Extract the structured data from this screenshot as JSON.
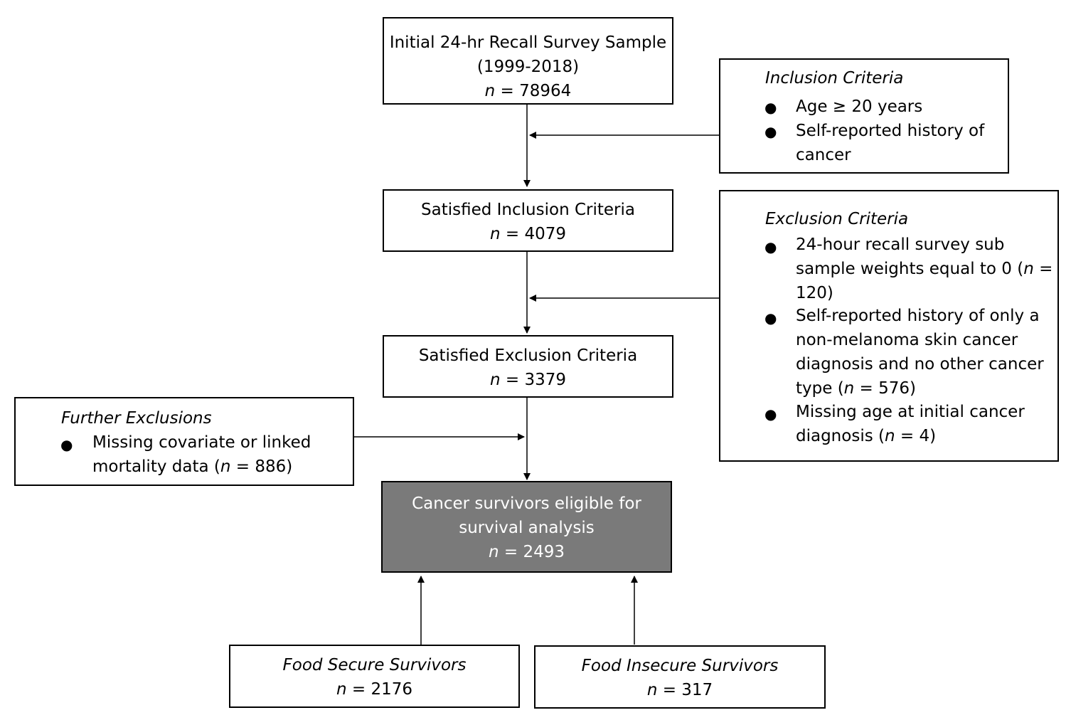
{
  "initial": {
    "title": "Initial 24-hr Recall Survey Sample",
    "years": "(1999-2018)",
    "n_label": "n",
    "n_value": " = 78964"
  },
  "inclusion_criteria": {
    "title": "Inclusion Criteria",
    "items": [
      [
        "Age ≥ 20 years"
      ],
      [
        "Self-reported history of",
        "cancer"
      ]
    ]
  },
  "satisfied_inclusion": {
    "title": "Satisfied Inclusion Criteria",
    "n_label": "n",
    "n_value": " = 4079"
  },
  "exclusion_criteria": {
    "title": "Exclusion Criteria",
    "items": [
      {
        "lines": [
          {
            "pre": "24-hour recall survey sub"
          },
          {
            "pre": "sample weights equal to 0 (",
            "n": "n",
            "post": " ="
          },
          {
            "pre": "120)"
          }
        ]
      },
      {
        "lines": [
          {
            "pre": "Self-reported history of only a"
          },
          {
            "pre": "non-melanoma skin cancer"
          },
          {
            "pre": "diagnosis and no other cancer"
          },
          {
            "pre": "type (",
            "n": "n",
            "post": " = 576)"
          }
        ]
      },
      {
        "lines": [
          {
            "pre": "Missing age at initial cancer"
          },
          {
            "pre": "diagnosis (",
            "n": "n",
            "post": "  = 4)"
          }
        ]
      }
    ]
  },
  "satisfied_exclusion": {
    "title": "Satisfied Exclusion Criteria",
    "n_label": "n",
    "n_value": " = 3379"
  },
  "further_exclusions": {
    "title": "Further Exclusions",
    "line1": "Missing covariate or linked",
    "line2_pre": "mortality data (",
    "line2_n": "n",
    "line2_post": " = 886)"
  },
  "eligible": {
    "line1": "Cancer survivors eligible for",
    "line2": "survival analysis",
    "n_label": "n",
    "n_value": " = 2493"
  },
  "food_secure": {
    "title": "Food Secure Survivors",
    "n_label": "n",
    "n_value": " = 2176"
  },
  "food_insecure": {
    "title": "Food Insecure Survivors",
    "n_label": "n",
    "n_value": " = 317"
  },
  "colors": {
    "border": "#000000",
    "eligible_fill": "#7a7a7a",
    "eligible_text": "#ffffff"
  }
}
